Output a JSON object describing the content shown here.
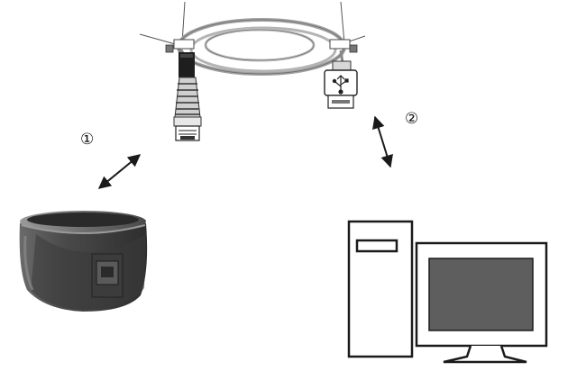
{
  "steps": [
    {
      "marker": "①",
      "connects": [
        "cradle",
        "cable-rj45-plug"
      ]
    },
    {
      "marker": "②",
      "connects": [
        "cable-usb-plug",
        "desktop-computer"
      ]
    }
  ],
  "colors": {
    "line": "#2a2a2a",
    "cable": "#9a9a9a",
    "cradle_body": "#4a4a4a",
    "cradle_dark": "#2b2b2b",
    "cradle_highlight": "#8a8a8a",
    "screen": "#5e5e5e",
    "background": "#ffffff"
  },
  "icons": {
    "cable": "coiled-cable-icon",
    "rj45": "rj45-plug-icon",
    "usb": "usb-plug-icon",
    "usb_symbol": "usb-trident-icon",
    "cradle": "charging-cradle-icon",
    "computer": "desktop-computer-icon"
  }
}
